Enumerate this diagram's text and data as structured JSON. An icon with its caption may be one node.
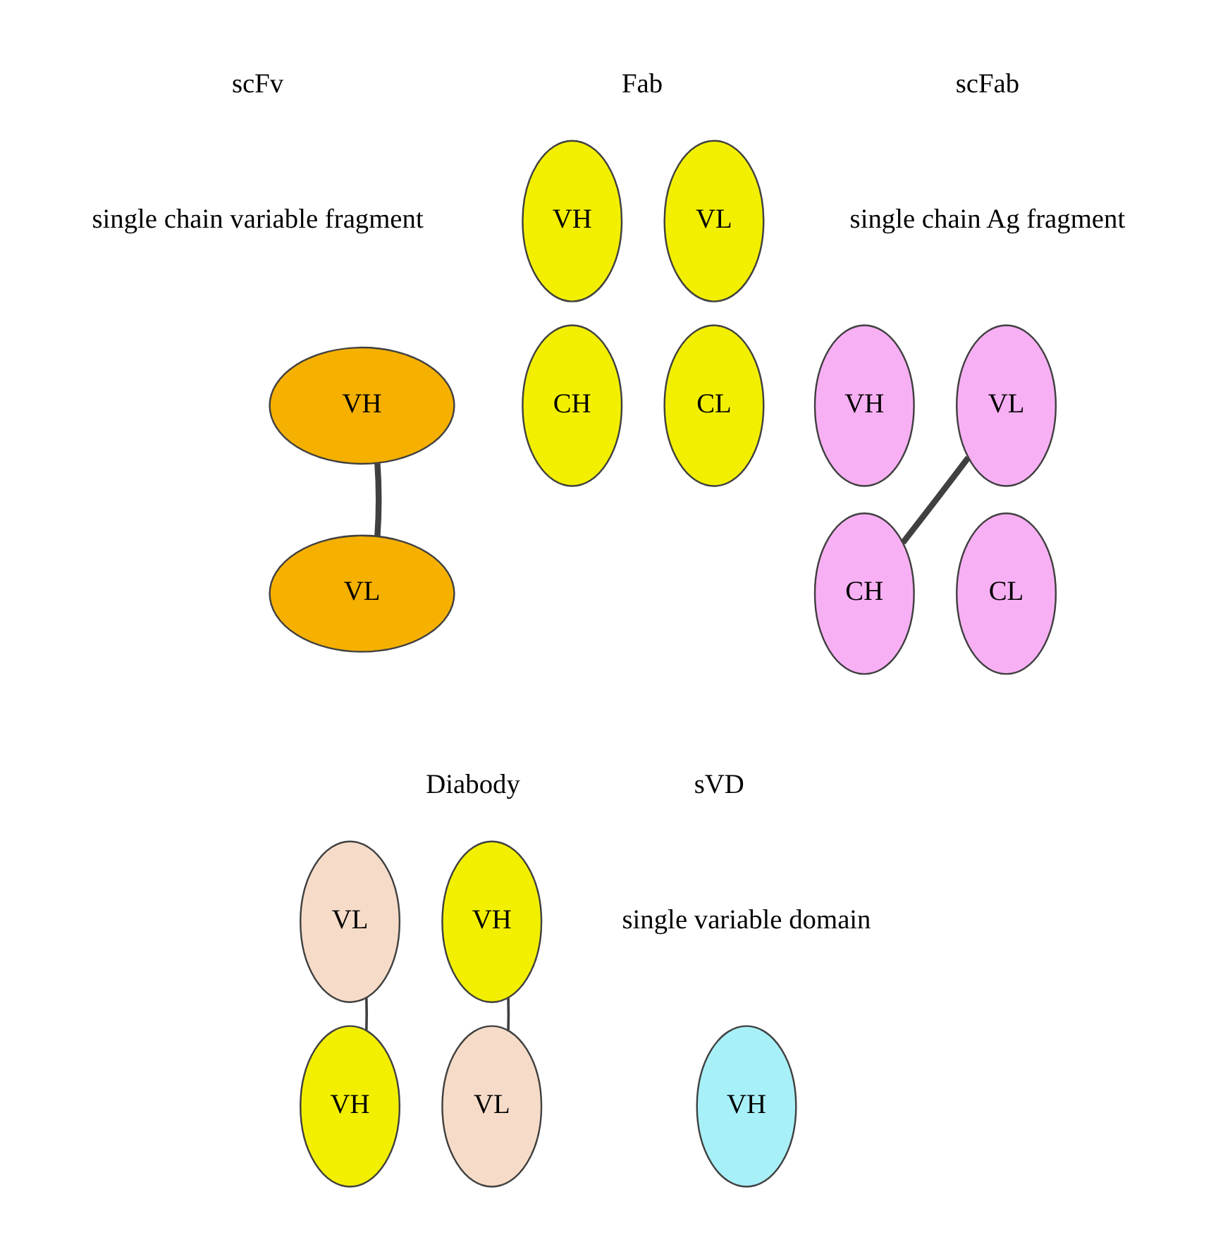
{
  "diagram": {
    "nodes": [
      {
        "text": [
          "VH"
        ]
      },
      {
        "text": [
          "VL"
        ]
      },
      {
        "text": [
          "VH"
        ]
      },
      {
        "text": [
          "VL"
        ]
      },
      {
        "text": [
          "CH"
        ]
      },
      {
        "text": [
          "CL"
        ]
      },
      {
        "text": [
          "VH"
        ]
      },
      {
        "text": [
          "VL"
        ]
      },
      {
        "text": [
          "CH"
        ]
      },
      {
        "text": [
          "CL"
        ]
      },
      {
        "text": [
          "VL"
        ]
      },
      {
        "text": [
          "VH"
        ]
      },
      {
        "text": [
          "VH"
        ]
      },
      {
        "text": [
          "VL"
        ]
      },
      {
        "text": [
          "VH"
        ]
      }
    ],
    "edges": [
      {
        "from": 0,
        "to": 1,
        "arrow": "none",
        "style": "thick"
      },
      {
        "from": 7,
        "to": 8,
        "arrow": "none",
        "style": "thick"
      },
      {
        "from": 10,
        "to": 12,
        "arrow": "none"
      },
      {
        "from": 11,
        "to": 13,
        "arrow": "none"
      }
    ],
    "labels": [
      "scFv",
      "single chain variable fragment",
      "Fab",
      "scFab",
      "single chain Ag fragment",
      "Diabody",
      "sVD",
      "single variable domain"
    ]
  }
}
